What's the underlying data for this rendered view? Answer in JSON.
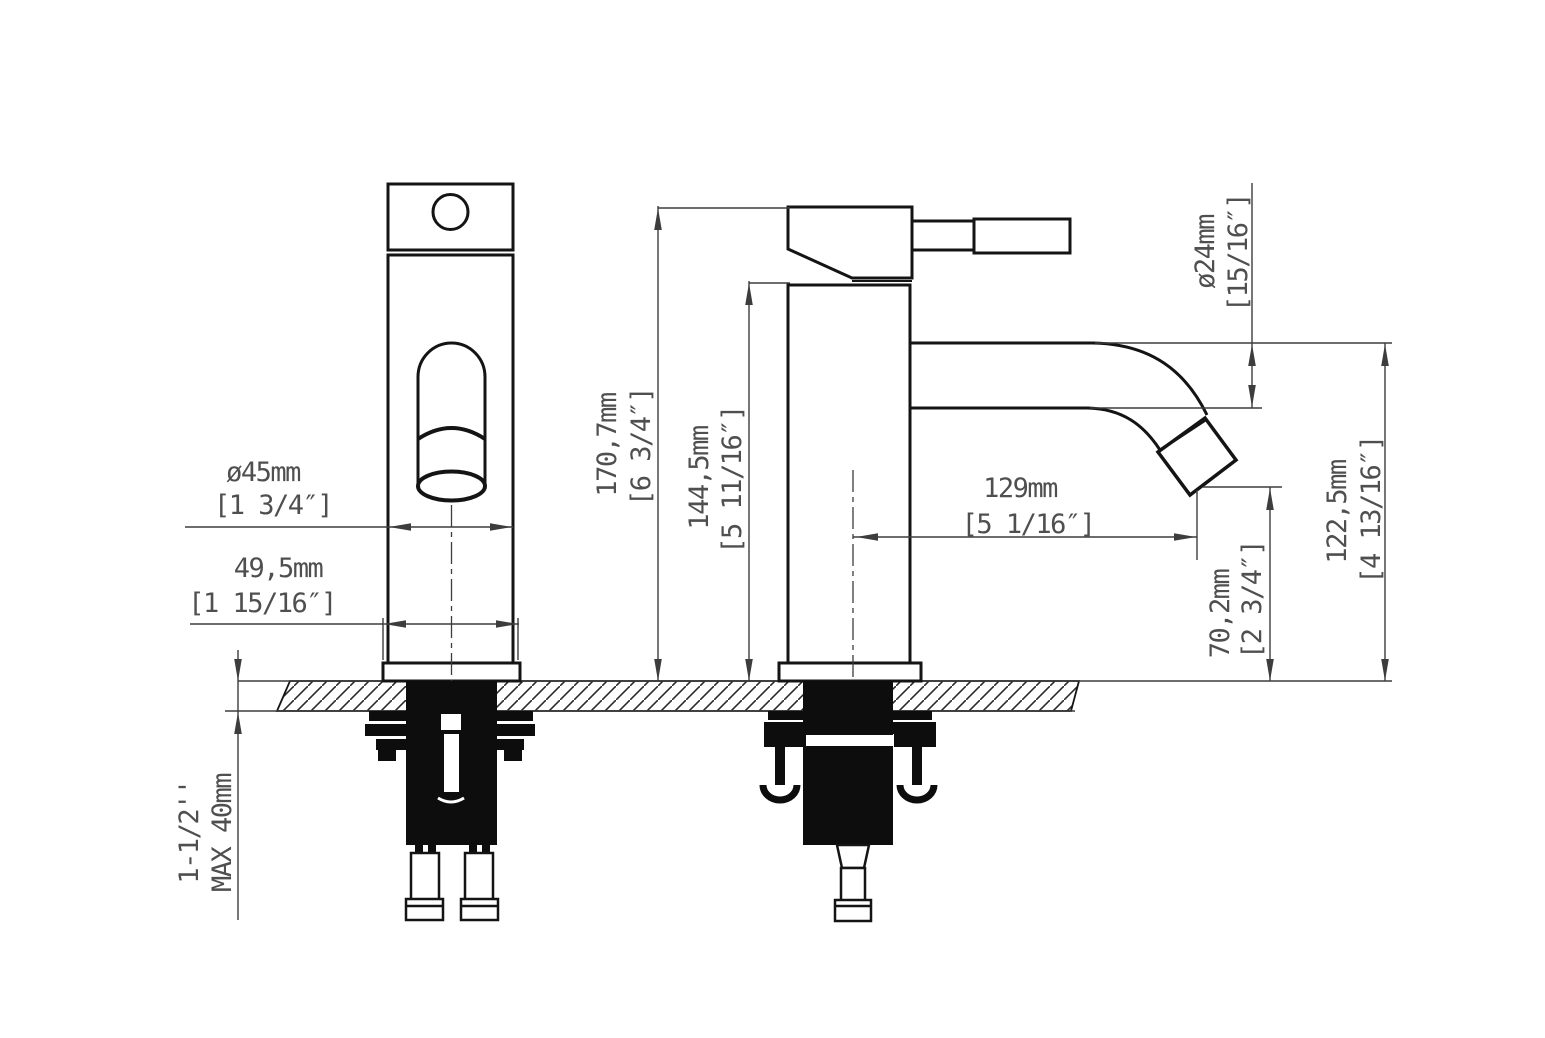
{
  "drawing_type": "faucet-installation-dimension-drawing",
  "colors": {
    "part_line": "#141414",
    "dimension_line": "#3d3d3d",
    "label_text": "#4f4f4f",
    "background": "#ffffff",
    "hardware_fill": "#0d0d0d"
  },
  "dimensions": {
    "body_diameter": {
      "mm": "ø45mm",
      "inch": "[1 3/4″]"
    },
    "base_diameter": {
      "mm": "49,5mm",
      "inch": "[1 15/16″]"
    },
    "total_height": {
      "mm": "170,7mm",
      "inch": "[6 3/4″]"
    },
    "body_height": {
      "mm": "144,5mm",
      "inch": "[5 11/16″]"
    },
    "spout_diameter": {
      "mm": "ø24mm",
      "inch": "[15/16″]"
    },
    "spout_reach": {
      "mm": "129mm",
      "inch": "[5 1/16″]"
    },
    "outlet_height": {
      "mm": "70,2mm",
      "inch": "[2 3/4″]"
    },
    "spout_top_height": {
      "mm": "122,5mm",
      "inch": "[4 13/16″]"
    },
    "deck_thickness": {
      "inch": "1-1/2''",
      "mm": "MAX 40mm"
    }
  }
}
